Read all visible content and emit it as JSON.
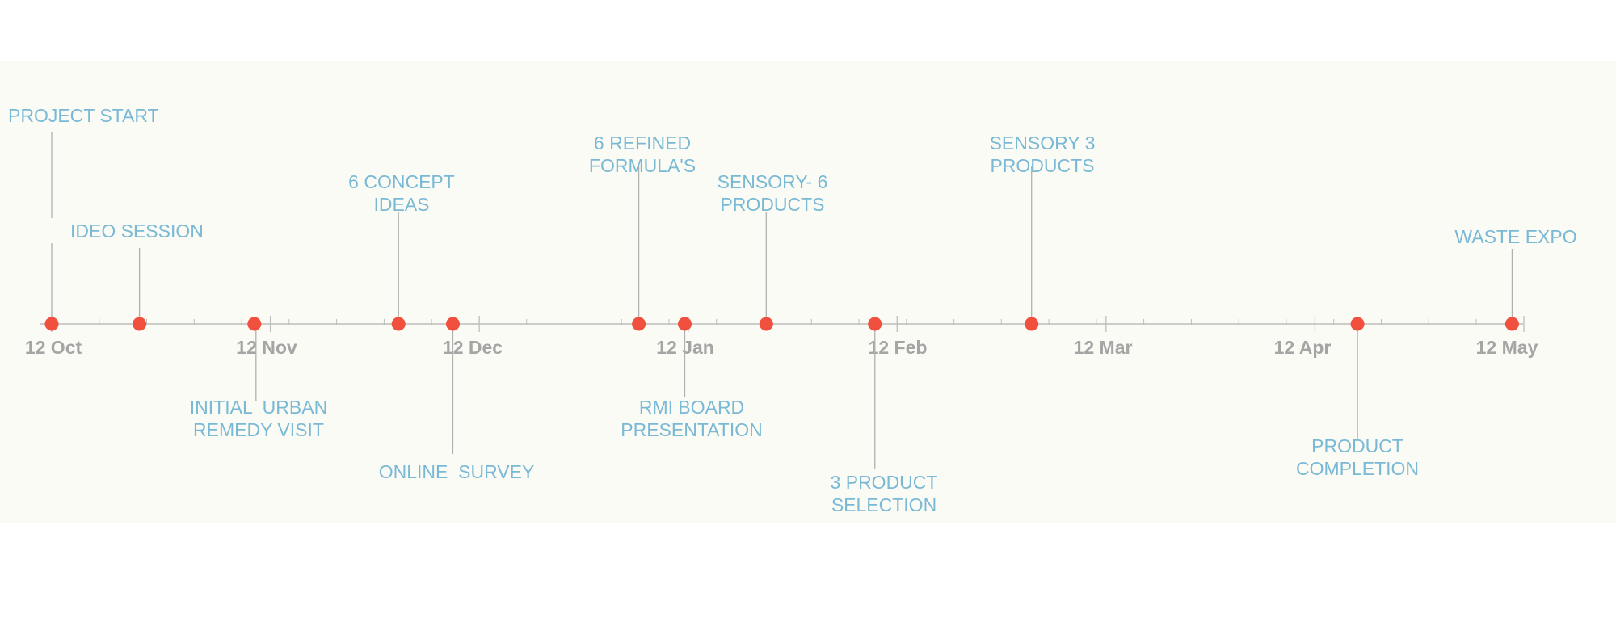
{
  "colors": {
    "panel_background": "#fafbf4",
    "axis_line": "#bdbdbd",
    "connector_line": "#b0b0b0",
    "milestone_dot": "#f2503f",
    "month_label": "#a5a5a5",
    "milestone_label": "#7ab9d6"
  },
  "axis": {
    "month_labels": [
      "12 Oct",
      "12 Nov",
      "12 Dec",
      "12 Jan",
      "12 Feb",
      "12 Mar",
      "12 Apr",
      "12 May"
    ]
  },
  "milestones": [
    {
      "id": "project-start",
      "label": "PROJECT START",
      "date_position": 0.0,
      "side": "above"
    },
    {
      "id": "ideo-session",
      "label": "IDEO SESSION",
      "date_position": 0.42,
      "side": "above"
    },
    {
      "id": "initial-urban-remedy-visit",
      "label": "INITIAL  URBAN\nREMEDY VISIT",
      "date_position": 0.97,
      "side": "below"
    },
    {
      "id": "6-concept-ideas",
      "label": "6 CONCEPT\nIDEAS",
      "date_position": 1.66,
      "side": "above"
    },
    {
      "id": "online-survey",
      "label": "ONLINE  SURVEY",
      "date_position": 1.92,
      "side": "below"
    },
    {
      "id": "6-refined-formulas",
      "label": "6 REFINED\nFORMULA'S",
      "date_position": 2.81,
      "side": "above"
    },
    {
      "id": "rmi-board-presentation",
      "label": "RMI BOARD\nPRESENTATION",
      "date_position": 3.03,
      "side": "below"
    },
    {
      "id": "sensory-6-products",
      "label": "SENSORY- 6\nPRODUCTS",
      "date_position": 3.42,
      "side": "above"
    },
    {
      "id": "3-product-selection",
      "label": "3 PRODUCT\nSELECTION",
      "date_position": 3.94,
      "side": "below"
    },
    {
      "id": "sensory-3-products",
      "label": "SENSORY 3\nPRODUCTS",
      "date_position": 4.69,
      "side": "above"
    },
    {
      "id": "product-completion",
      "label": "PRODUCT\nCOMPLETION",
      "date_position": 6.25,
      "side": "below"
    },
    {
      "id": "waste-expo",
      "label": "WASTE EXPO",
      "date_position": 6.99,
      "side": "above"
    }
  ]
}
